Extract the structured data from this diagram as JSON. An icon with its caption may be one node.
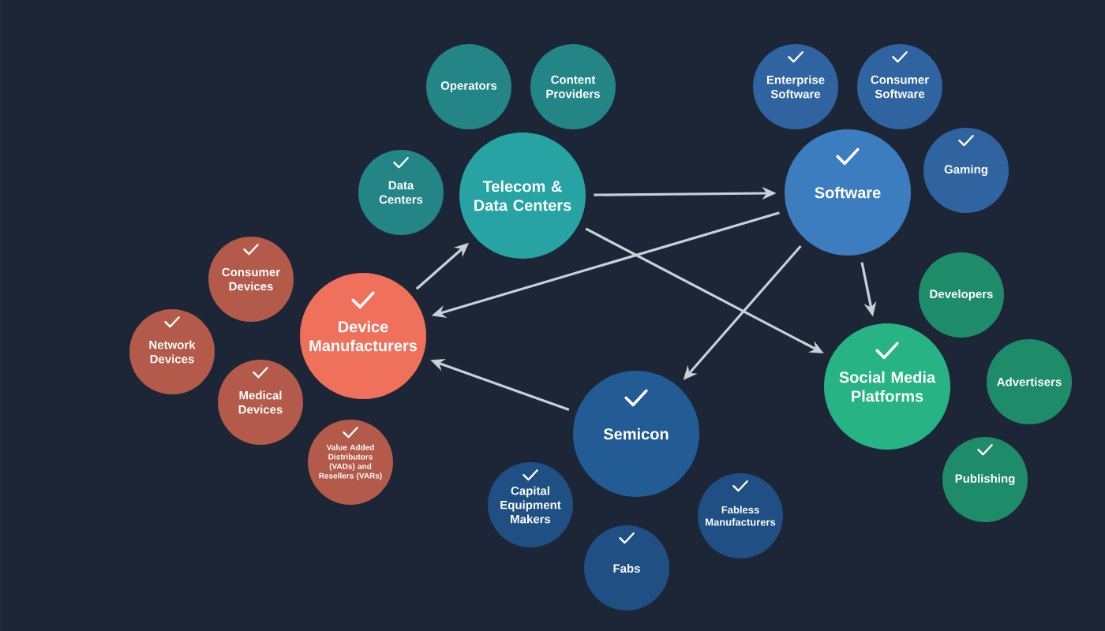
{
  "diagram": {
    "nodes": [
      {
        "text": [
          "Telecom & Data Centers"
        ]
      },
      {
        "text": [
          "Operators"
        ]
      },
      {
        "text": [
          "Content Providers"
        ]
      },
      {
        "text": [
          "Data Centers"
        ]
      },
      {
        "text": [
          "Software"
        ]
      },
      {
        "text": [
          "Enterprise Software"
        ]
      },
      {
        "text": [
          "Consumer Software"
        ]
      },
      {
        "text": [
          "Gaming"
        ]
      },
      {
        "text": [
          "Device Manufacturers"
        ]
      },
      {
        "text": [
          "Consumer Devices"
        ]
      },
      {
        "text": [
          "Network Devices"
        ]
      },
      {
        "text": [
          "Medical Devices"
        ]
      },
      {
        "text": [
          "Value Added Distributors (VADs) and Resellers (VARs)"
        ]
      },
      {
        "text": [
          "Semicon"
        ]
      },
      {
        "text": [
          "Capital Equipment Makers"
        ]
      },
      {
        "text": [
          "Fabs"
        ]
      },
      {
        "text": [
          "Fabless Manufacturers"
        ]
      },
      {
        "text": [
          "Social Media Platforms"
        ]
      },
      {
        "text": [
          "Developers"
        ]
      },
      {
        "text": [
          "Advertisers"
        ]
      },
      {
        "text": [
          "Publishing"
        ]
      }
    ],
    "edges": [
      {
        "from": 8,
        "to": 0,
        "arrow": "to"
      },
      {
        "from": 0,
        "to": 4,
        "arrow": "to"
      },
      {
        "from": 0,
        "to": 17,
        "arrow": "to"
      },
      {
        "from": 4,
        "to": 8,
        "arrow": "to"
      },
      {
        "from": 4,
        "to": 13,
        "arrow": "to"
      },
      {
        "from": 4,
        "to": 17,
        "arrow": "to"
      },
      {
        "from": 13,
        "to": 8,
        "arrow": "to"
      }
    ]
  }
}
